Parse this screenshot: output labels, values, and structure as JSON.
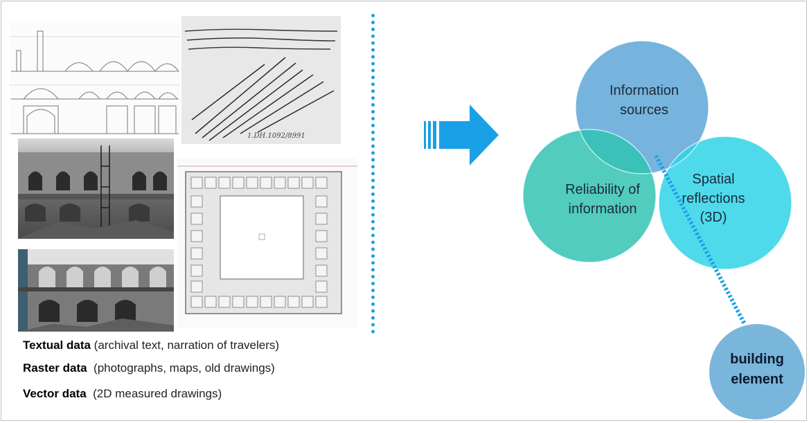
{
  "legend": {
    "textual_bold": "Textual data",
    "textual_rest": " (archival text, narration of travelers)",
    "raster_bold": "Raster data",
    "raster_rest": "  (photographs, maps, old drawings)",
    "vector_bold": "Vector data",
    "vector_rest": "  (2D measured drawings)"
  },
  "manuscript": {
    "note": "1.DH.1092/8991"
  },
  "venn": {
    "information_line1": "Information",
    "information_line2": "sources",
    "reliability_line1": "Reliability of",
    "reliability_line2": "information",
    "spatial_line1": "Spatial",
    "spatial_line2": "reflections",
    "spatial_line3": "(3D)",
    "colors": {
      "information": "#6aaedb",
      "reliability": "#33c3b4",
      "spatial": "#2fd3e8",
      "dotted": "#1aa0e6"
    }
  },
  "building_element": {
    "line1": "building",
    "line2": "element"
  }
}
